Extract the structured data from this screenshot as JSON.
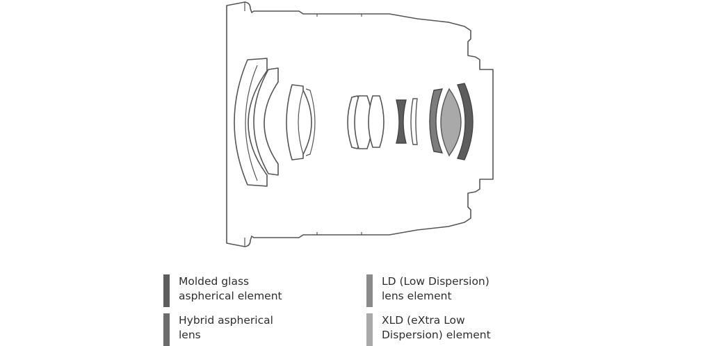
{
  "diagram": {
    "colors": {
      "outline": "#555555",
      "molded_glass_aspherical": "#5d5d5d",
      "hybrid_aspherical": "#6c6c6c",
      "ld": "#8a8a8a",
      "xld": "#a9a9a9",
      "background": "#ffffff"
    }
  },
  "legend": [
    {
      "key": "molded_glass_aspherical",
      "line1": "Molded glass",
      "line2": "aspherical element",
      "color": "#5d5d5d"
    },
    {
      "key": "ld",
      "line1": "LD (Low Dispersion)",
      "line2": "lens element",
      "color": "#8a8a8a"
    },
    {
      "key": "hybrid_aspherical",
      "line1": "Hybrid aspherical",
      "line2": "lens",
      "color": "#6c6c6c"
    },
    {
      "key": "xld",
      "line1": "XLD (eXtra Low",
      "line2": "Dispersion) element",
      "color": "#a9a9a9"
    }
  ]
}
